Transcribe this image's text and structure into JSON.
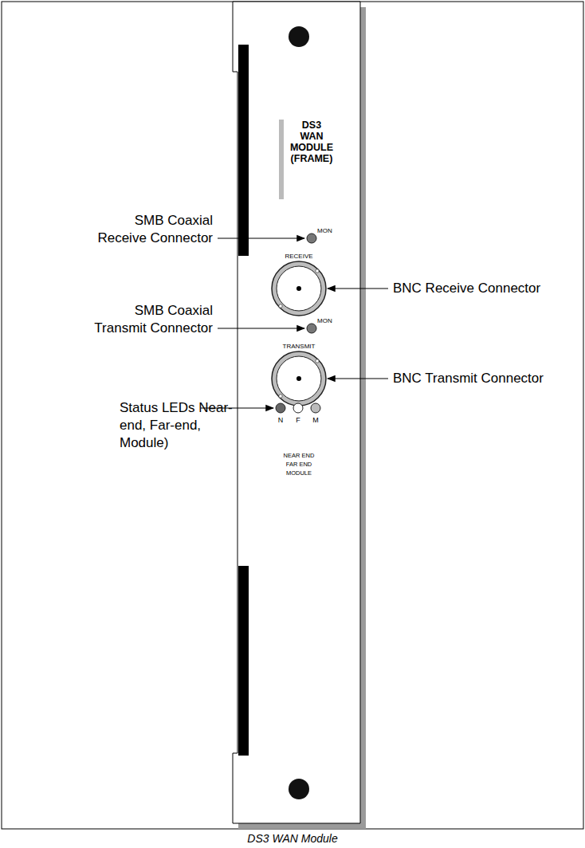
{
  "diagram": {
    "caption": "DS3 WAN Module",
    "nodes": [
      {
        "text": [
          "DS3 WAN MODULE (FRAME)",
          "MON",
          "RECEIVE",
          "MON",
          "TRANSMIT",
          "N",
          "F",
          "M",
          "NEAR END FAR END MODULE"
        ]
      }
    ],
    "labels": [
      "SMB Coaxial Receive Connector",
      "SMB Coaxial Transmit Connector",
      "Status LEDs Near-end, Far-end, Module)",
      "BNC Receive Connector",
      "BNC Transmit Connector"
    ]
  }
}
